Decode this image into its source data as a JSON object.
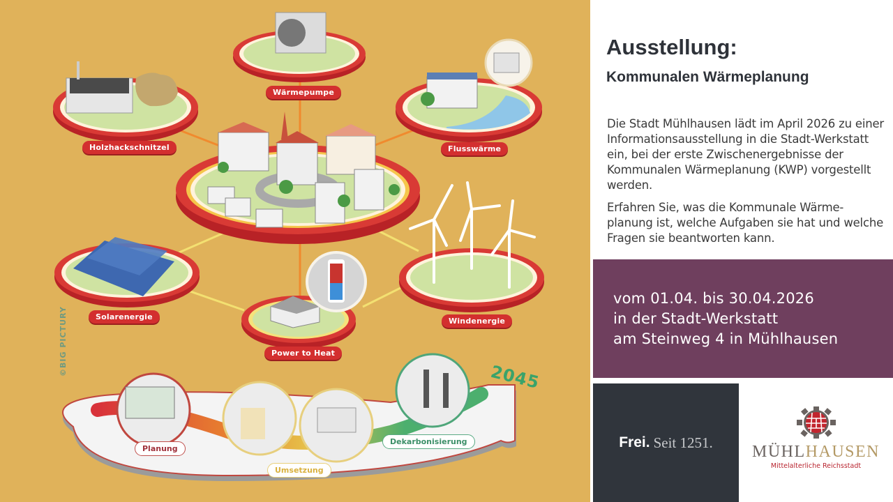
{
  "illustration": {
    "background_color": "#e0b25a",
    "sources": [
      {
        "id": "holzhackschnitzel",
        "label": "Holzhackschnitzel"
      },
      {
        "id": "waermepumpe",
        "label": "Wärmepumpe"
      },
      {
        "id": "flusswaerme",
        "label": "Flusswärme"
      },
      {
        "id": "solarenergie",
        "label": "Solarenergie"
      },
      {
        "id": "power-to-heat",
        "label": "Power to Heat"
      },
      {
        "id": "windenergie",
        "label": "Windenergie"
      }
    ],
    "stages": [
      {
        "id": "planung",
        "label": "Planung"
      },
      {
        "id": "umsetzung",
        "label": "Umsetzung"
      },
      {
        "id": "dekarbonisierung",
        "label": "Dekarbonisierung"
      }
    ],
    "target_year": "2045",
    "copyright": "©BIG PICTURY"
  },
  "header": {
    "title": "Ausstellung:",
    "subtitle": "Kommunalen Wärmeplanung"
  },
  "body": {
    "paragraph1": "Die Stadt Mühlhausen lädt im April 2026 zu einer Informationsausstellung in die Stadt-Werkstatt ein, bei der erste Zwischenergebnisse der Kommunalen Wärmeplanung (KWP) vorgestellt werden.",
    "paragraph2": "Erfahren Sie, was die Kommunale Wärme-planung ist, welche Aufgaben sie hat und welche Fragen sie beantworten kann."
  },
  "event": {
    "line1": "vom 01.04.  bis 30.04.2026",
    "line2": "in der Stadt-Werkstatt",
    "line3": "am Steinweg 4 in Mühlhausen",
    "background_color": "#6f3f5e"
  },
  "slogan": {
    "bold": "Frei.",
    "rest": "Seit 1251.",
    "background_color": "#30353c"
  },
  "logo": {
    "name_part1": "MÜHL",
    "name_part2": "HAUSEN",
    "tagline": "Mittelalterliche Reichsstadt",
    "icon": "city-gear-crest-icon"
  }
}
